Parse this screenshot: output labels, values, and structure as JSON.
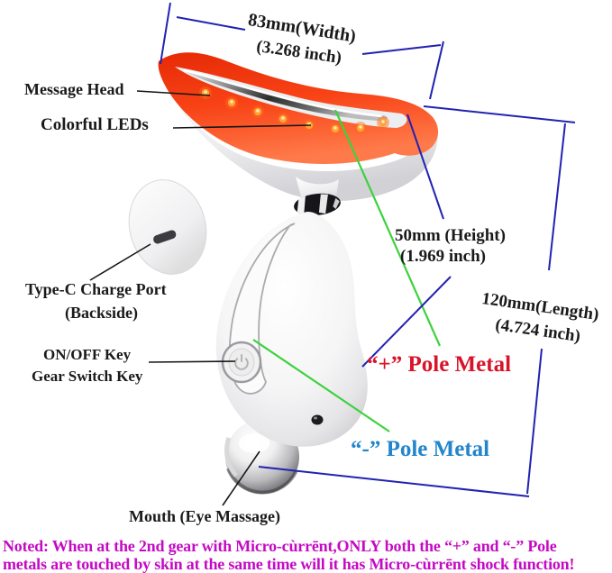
{
  "labels": {
    "message_head": "Message Head",
    "colorful_leds": "Colorful LEDs",
    "type_c_line1": "Type-C Charge Port",
    "type_c_line2": "(Backside)",
    "on_off_key": "ON/OFF Key",
    "gear_switch_key": "Gear Switch Key",
    "mouth": "Mouth (Eye Massage)"
  },
  "dimensions": {
    "width_mm": "83mm(Width)",
    "width_inch": "(3.268 inch)",
    "height_mm": "50mm (Height)",
    "height_inch": "(1.969 inch)",
    "length_mm": "120mm(Length)",
    "length_inch": "(4.724 inch)"
  },
  "poles": {
    "positive": "“+” Pole Metal",
    "negative": "“-” Pole Metal"
  },
  "note": {
    "line1": "Noted: When at the 2nd gear with Micro-cùrrēnt,ONLY both the “+” and “-” Pole",
    "line2": "metals are touched by skin at the same time will it has Micro-cùrrēnt shock function!"
  },
  "colors": {
    "dimension_line": "#2222b2",
    "pointer_line": "#151515",
    "pole_pointer_green": "#3cd23c",
    "pole_positive_red": "#d8142a",
    "pole_negative_blue": "#2285cc",
    "note_magenta": "#c40ac4",
    "label_text": "#1a1a1a",
    "led_glow_red": "#f84316",
    "led_orange": "#ffa332"
  },
  "icons": {
    "power_icon": "power-symbol",
    "type_c_slot": "usb-c-port"
  }
}
